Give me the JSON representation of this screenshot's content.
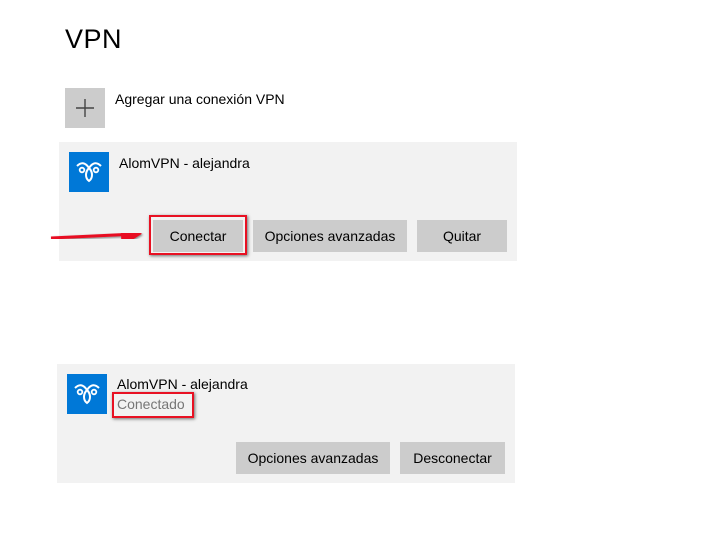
{
  "page": {
    "title": "VPN"
  },
  "add_connection": {
    "label": "Agregar una conexión VPN",
    "icon": "plus-icon"
  },
  "before": {
    "name": "AlomVPN - alejandra",
    "icon": "vpn-logo-icon",
    "buttons": {
      "connect": "Conectar",
      "advanced": "Opciones avanzadas",
      "remove": "Quitar"
    }
  },
  "after": {
    "name": "AlomVPN - alejandra",
    "status": "Conectado",
    "icon": "vpn-logo-icon",
    "buttons": {
      "advanced": "Opciones avanzadas",
      "disconnect": "Desconectar"
    }
  },
  "colors": {
    "accent": "#0078d7",
    "annotation": "#e81123",
    "card_bg": "#f2f2f2",
    "button_bg": "#cccccc",
    "status_text": "#767676"
  }
}
